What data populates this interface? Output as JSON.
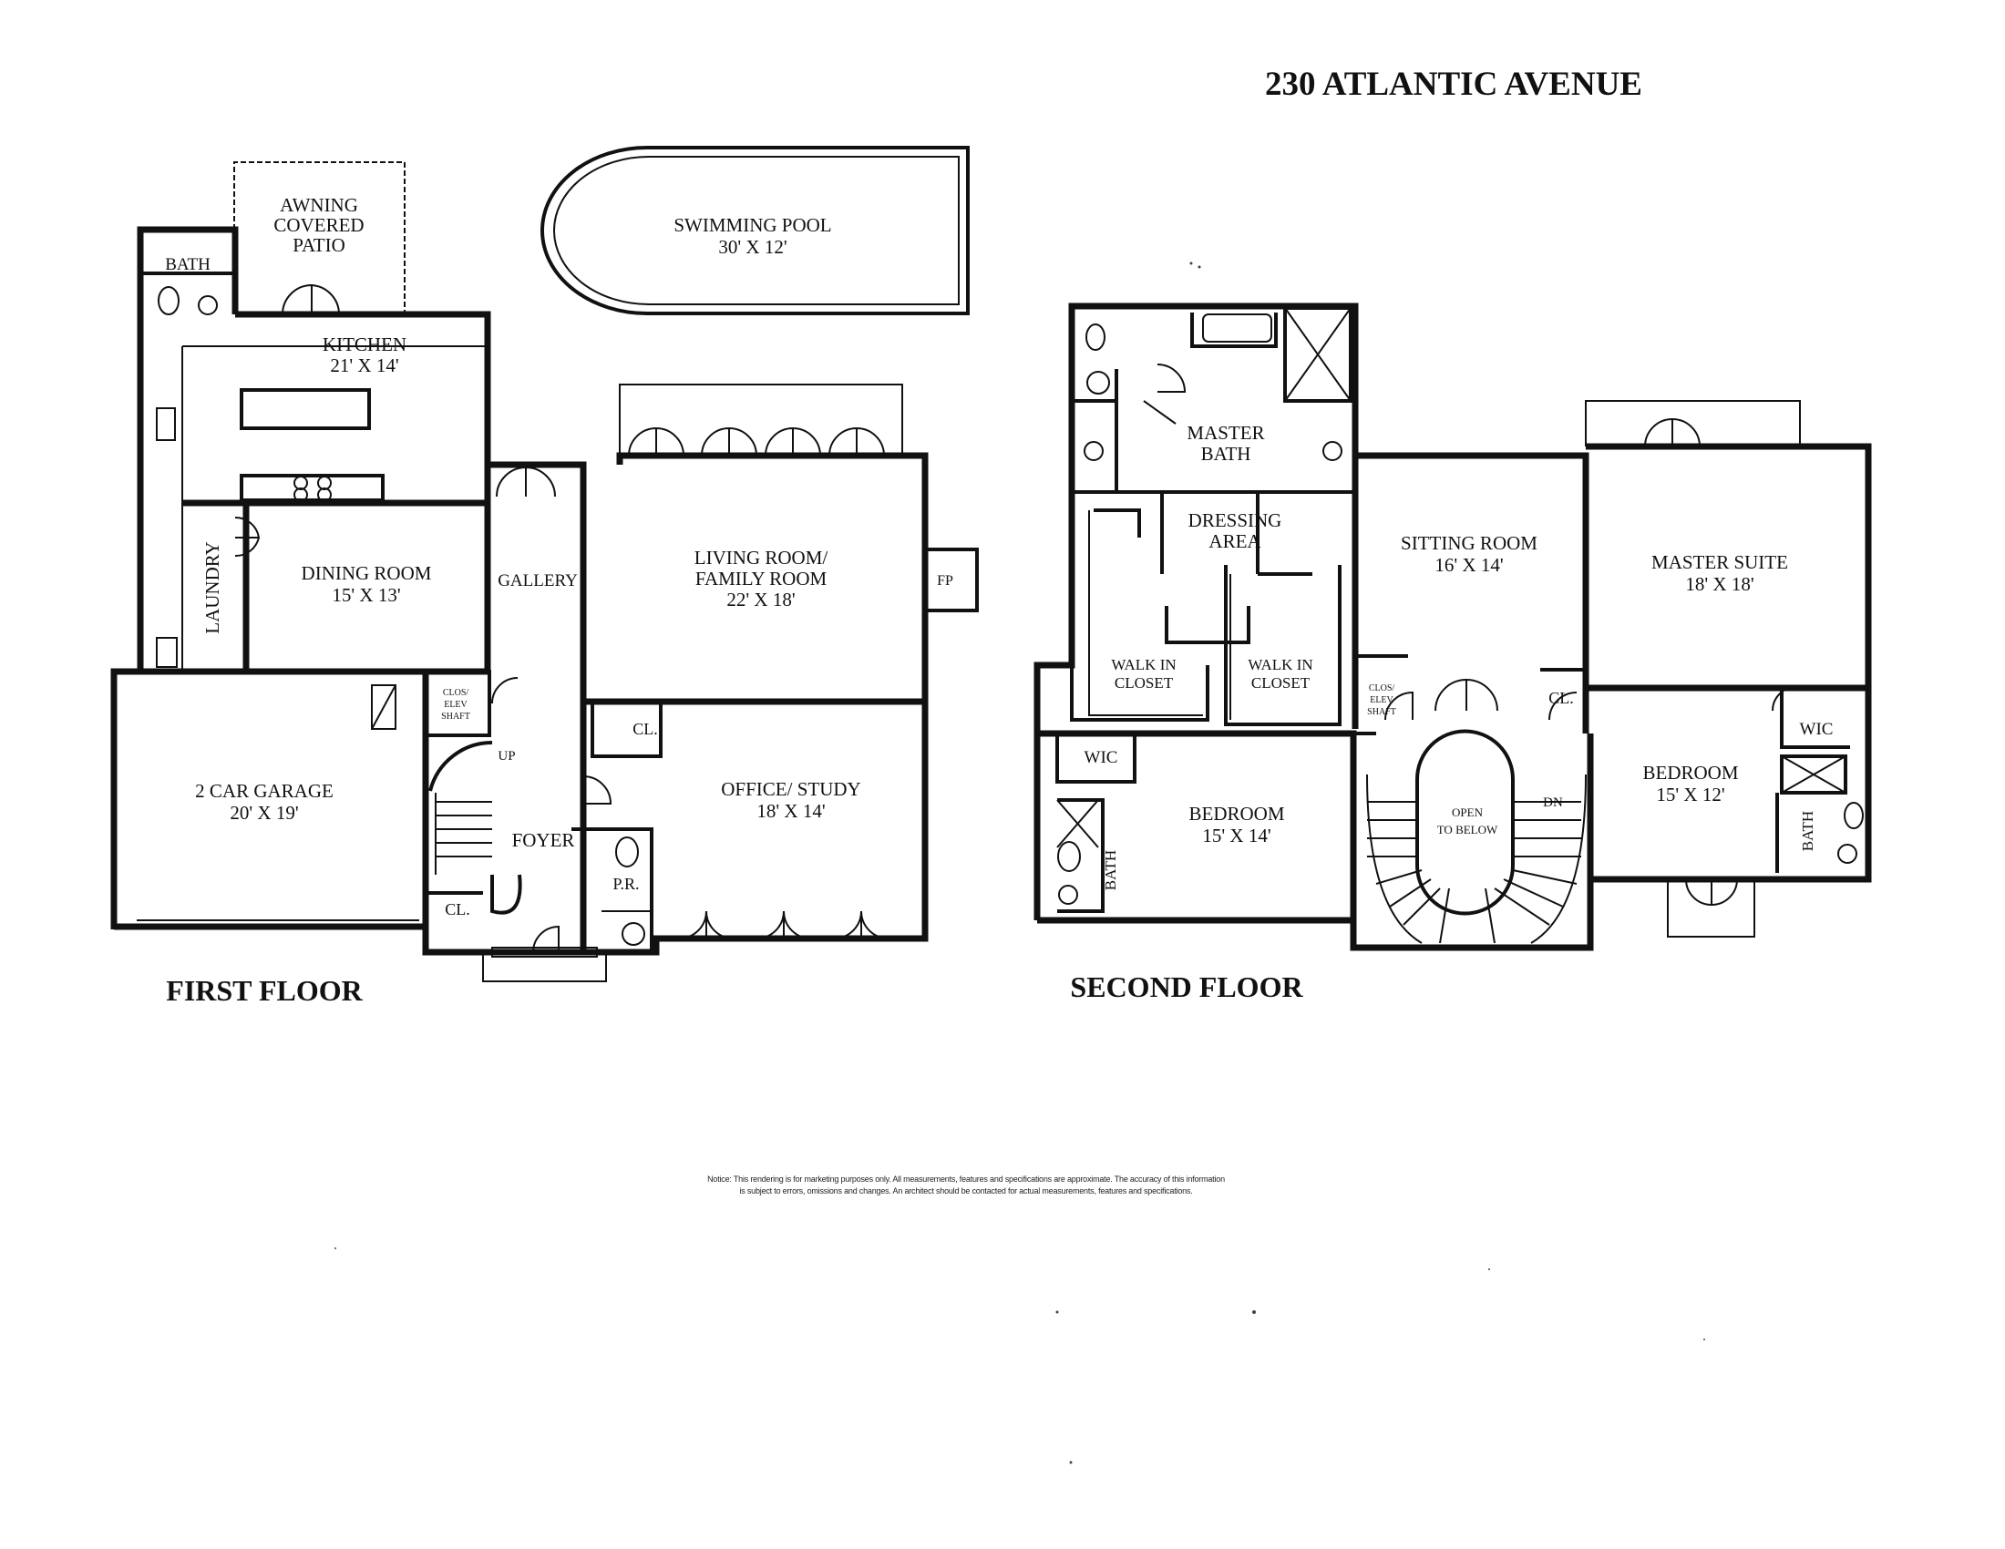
{
  "title": "230 ATLANTIC AVENUE",
  "floors": {
    "first": {
      "label": "FIRST FLOOR",
      "rooms": {
        "patio": [
          "AWNING",
          "COVERED",
          "PATIO"
        ],
        "bath": "BATH",
        "kitchen": [
          "KITCHEN",
          "21' X 14'"
        ],
        "laundry": "LAUNDRY",
        "dining": [
          "DINING ROOM",
          "15' X 13'"
        ],
        "gallery": "GALLERY",
        "living": [
          "LIVING ROOM/",
          "FAMILY ROOM",
          "22' X 18'"
        ],
        "fp": "FP",
        "garage": [
          "2 CAR GARAGE",
          "20' X 19'"
        ],
        "elev": [
          "CLOS/",
          "ELEV",
          "SHAFT"
        ],
        "up": "UP",
        "foyer": "FOYER",
        "closet_office": "CL.",
        "closet_foyer": "CL.",
        "powder": "P.R.",
        "office": [
          "OFFICE/ STUDY",
          "18' X 14'"
        ]
      },
      "pool": [
        "SWIMMING POOL",
        "30' X 12'"
      ]
    },
    "second": {
      "label": "SECOND FLOOR",
      "rooms": {
        "master_bath": [
          "MASTER",
          "BATH"
        ],
        "dressing": [
          "DRESSING",
          "AREA"
        ],
        "sitting": [
          "SITTING ROOM",
          "16' X 14'"
        ],
        "master_suite": [
          "MASTER SUITE",
          "18' X 18'"
        ],
        "walkin_left": [
          "WALK IN",
          "CLOSET"
        ],
        "walkin_right": [
          "WALK IN",
          "CLOSET"
        ],
        "elev": [
          "CLOS/",
          "ELEV",
          "SHAFT"
        ],
        "closet": "CL.",
        "wic_left": "WIC",
        "bedroom_left": [
          "BEDROOM",
          "15' X 14'"
        ],
        "bath_left": "BATH",
        "open": [
          "OPEN",
          "TO BELOW"
        ],
        "dn": "DN",
        "bedroom_right": [
          "BEDROOM",
          "15' X 12'"
        ],
        "wic_right": "WIC",
        "bath_right": "BATH"
      }
    }
  },
  "notice": [
    "Notice: This rendering is for marketing purposes only. All measurements, features and specifications are approximate. The accuracy of this information",
    "is subject to errors, omissions and changes. An architect should be contacted for actual measurements, features and specifications."
  ]
}
